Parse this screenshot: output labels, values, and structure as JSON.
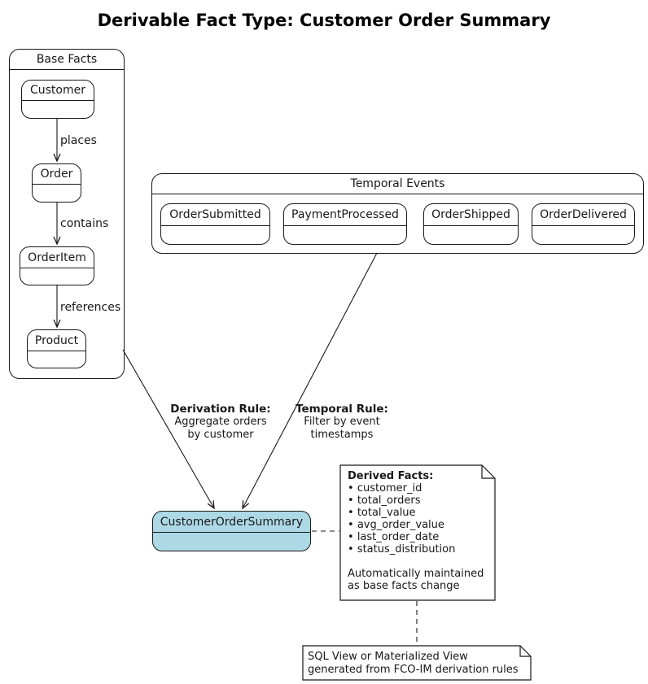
{
  "title": "Derivable Fact Type: Customer Order Summary",
  "colors": {
    "derived_fill": "#ADD8E6",
    "stroke": "#181818",
    "background": "#ffffff"
  },
  "base_facts": {
    "title": "Base Facts",
    "nodes": [
      {
        "label": "Customer"
      },
      {
        "label": "Order"
      },
      {
        "label": "OrderItem"
      },
      {
        "label": "Product"
      }
    ],
    "edges": [
      {
        "label": "places"
      },
      {
        "label": "contains"
      },
      {
        "label": "references"
      }
    ]
  },
  "temporal_events": {
    "title": "Temporal Events",
    "nodes": [
      {
        "label": "OrderSubmitted"
      },
      {
        "label": "PaymentProcessed"
      },
      {
        "label": "OrderShipped"
      },
      {
        "label": "OrderDelivered"
      }
    ]
  },
  "derived_fact": {
    "label": "CustomerOrderSummary"
  },
  "rules": {
    "derivation": {
      "heading": "Derivation Rule:",
      "line1": "Aggregate orders",
      "line2": "by customer"
    },
    "temporal": {
      "heading": "Temporal Rule:",
      "line1": "Filter by event",
      "line2": "timestamps"
    }
  },
  "derived_note": {
    "heading": "Derived Facts:",
    "items": [
      "customer_id",
      "total_orders",
      "total_value",
      "avg_order_value",
      "last_order_date",
      "status_distribution"
    ],
    "footer1": "Automatically maintained",
    "footer2": "as base facts change"
  },
  "sql_note": {
    "line1": "SQL View or Materialized View",
    "line2": "generated from FCO-IM derivation rules"
  }
}
